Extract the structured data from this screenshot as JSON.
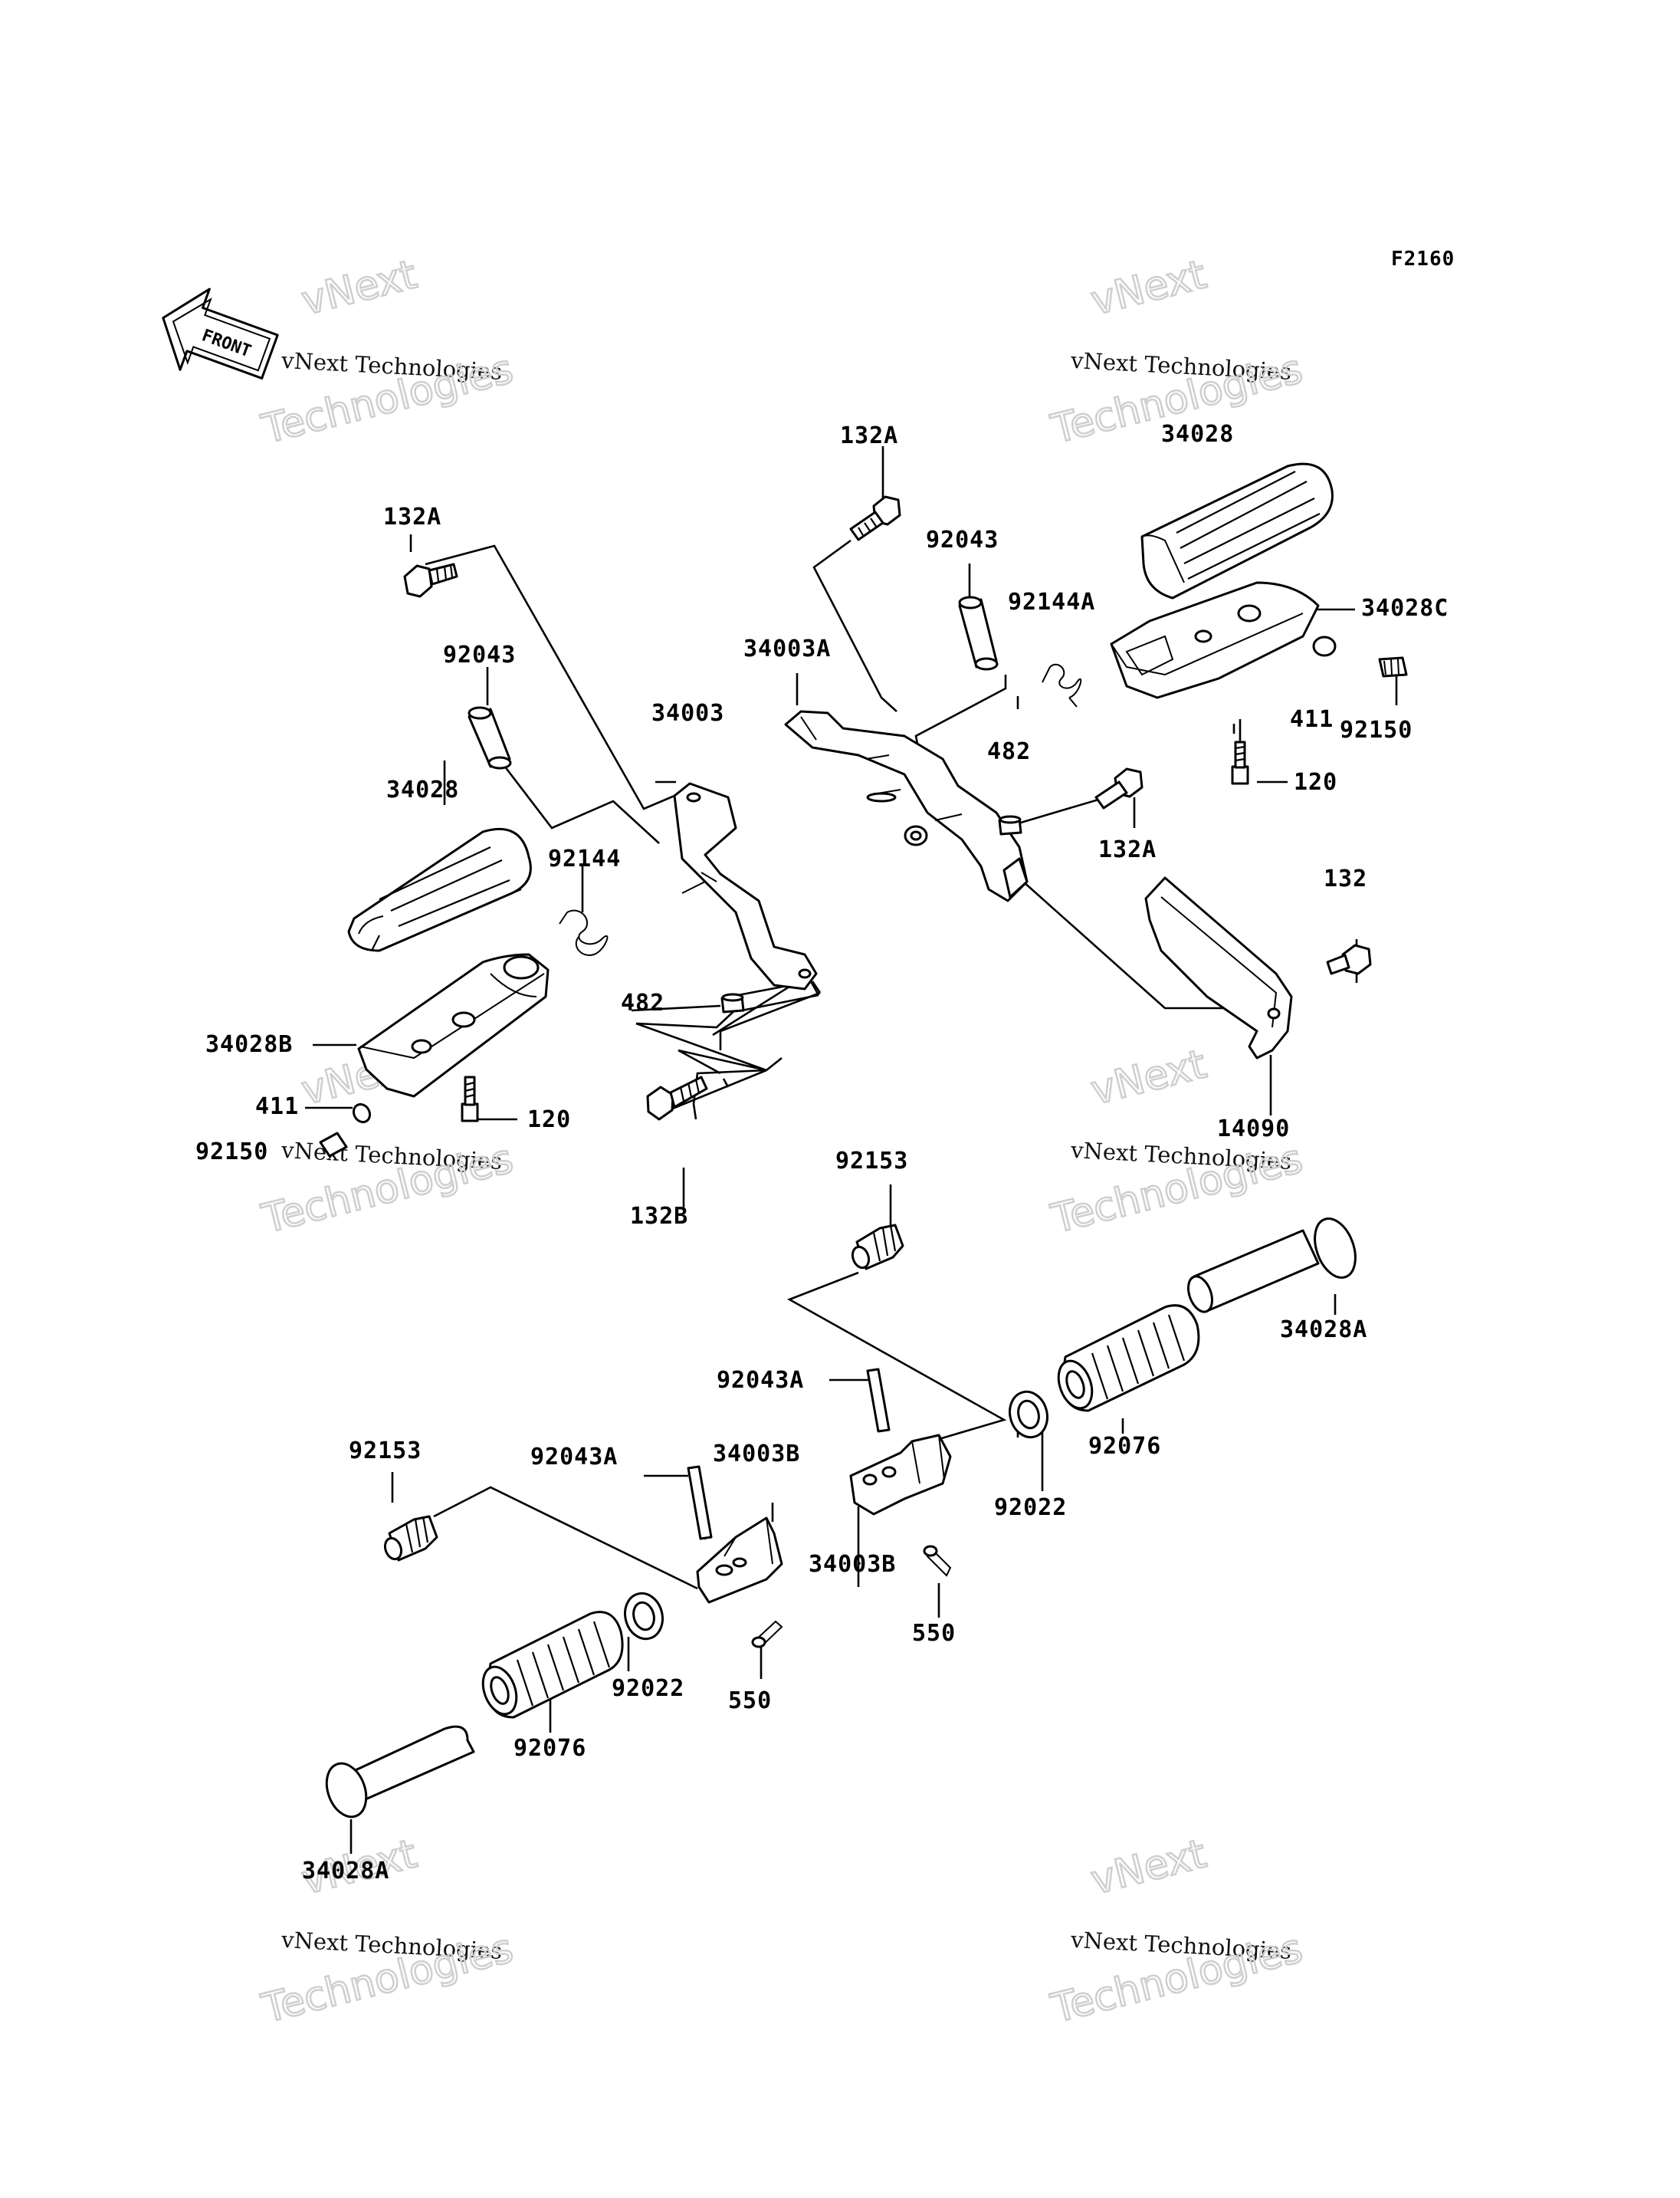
{
  "diagram_code": "F2160",
  "front_indicator": "FRONT",
  "watermark": {
    "line1": "vNext",
    "line2": "vNext Technologies",
    "line3": "Technologies"
  },
  "labels": [
    "132A",
    "92043",
    "34003",
    "34028",
    "92144",
    "482",
    "34028B",
    "411",
    "120",
    "92150",
    "132B",
    "132A",
    "92043",
    "92144A",
    "34003A",
    "34028",
    "34028C",
    "411",
    "92150",
    "120",
    "482",
    "132A",
    "132",
    "14090",
    "92153",
    "34028A",
    "92043A",
    "92022",
    "92076",
    "34003B",
    "550",
    "92153",
    "92043A",
    "34003B",
    "92022",
    "550",
    "92076",
    "34028A"
  ]
}
